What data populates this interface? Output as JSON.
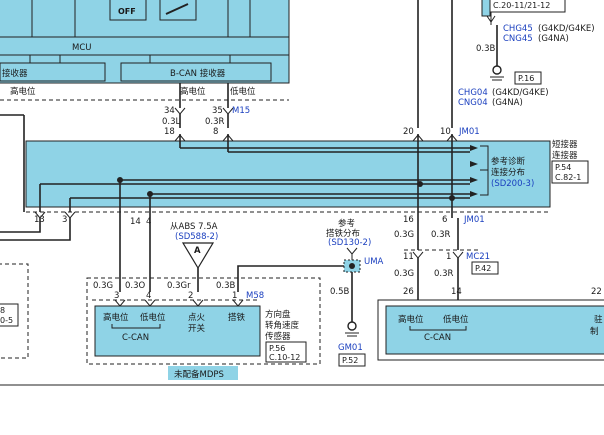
{
  "top_ref": "C.20-11/21-12",
  "top_connectors": [
    {
      "code": "CHG45",
      "note": "(G4KD/G4KE)"
    },
    {
      "code": "CNG45",
      "note": "(G4NA)"
    }
  ],
  "top_wire_spec": "0.3B",
  "ground_ref_top": "P.16",
  "mid_connectors": [
    {
      "code": "CHG04",
      "note": "(G4KD/G4KE)"
    },
    {
      "code": "CNG04",
      "note": "(G4NA)"
    }
  ],
  "module": {
    "mcu": "MCU",
    "receiver_left": "接收器",
    "receiver_right": "B-CAN 接收器",
    "high_label": "高电位",
    "low_label": "低电位"
  },
  "pins": {
    "p34": "34",
    "p35": "35",
    "m15": "M15",
    "p18": "18",
    "p8": "8",
    "p20": "20",
    "p10": "10",
    "jm01_top": "JM01",
    "p16": "16",
    "p6": "6",
    "jm01_bottom": "JM01",
    "p13": "13",
    "p3": "3",
    "p14": "14",
    "p4": "4",
    "p11": "11",
    "p1": "1",
    "mc21": "MC21",
    "p26": "26",
    "p14b": "14",
    "p22": "22",
    "s3": "3",
    "s4": "4",
    "s2": "2",
    "s1": "1",
    "m58": "M58"
  },
  "wires": {
    "w03l": "0.3L",
    "w03r": "0.3R",
    "w03g": "0.3G",
    "w03g_b": "0.3G",
    "w03r_b": "0.3R",
    "w03g_c": "0.3G",
    "w03o": "0.3O",
    "w03gr": "0.3Gr",
    "w03b": "0.3B",
    "w05b": "0.5B"
  },
  "connector_block": {
    "label_lines": [
      "短接器"
    ],
    "refs": [
      "P.54",
      "C.82-1"
    ],
    "inner_lines": [
      "参考诊断",
      "连接分布"
    ],
    "inner_ref": "(SD200-3)"
  },
  "abs_fuse": {
    "line1": "从ABS 7.5A",
    "ref": "(SD588-2)",
    "symbol": "A"
  },
  "ground_dist": {
    "line1": "参考",
    "line2": "搭铁分布",
    "ref": "(SD130-2)",
    "uma": "UMA"
  },
  "ground_bottom": {
    "code": "GM01",
    "ref": "P.52"
  },
  "mc21_ref": "P.42",
  "sensor": {
    "high": "高电位",
    "low": "低电位",
    "can": "C-CAN",
    "ign1": "点火",
    "ign2": "开关",
    "gnd": "搭铁",
    "name_lines": [
      "方向盘",
      "转角速度",
      "传感器"
    ],
    "refs": [
      "P.56",
      "C.10-12"
    ],
    "caption": "未配备MDPS"
  },
  "right_module": {
    "high": "高电位",
    "low": "低电位",
    "can": "C-CAN",
    "cut1": "驻",
    "cut2": "制"
  },
  "left_stub": {
    "a": "8",
    "b": "0-5"
  }
}
